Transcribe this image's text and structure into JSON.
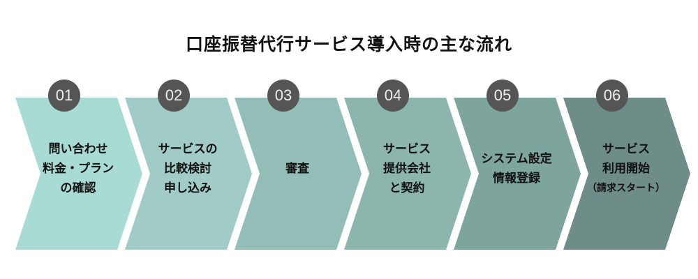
{
  "title": "口座振替代行サービス導入時の主な流れ",
  "colors": {
    "circle": "#555555",
    "steps": [
      "#a9dbd5",
      "#a0cbc6",
      "#93bdb7",
      "#8cb5ae",
      "#7ea49e",
      "#6e8c88"
    ]
  },
  "steps": [
    {
      "number": "01",
      "lines": [
        "問い合わせ",
        "料金・プラン",
        "の確認"
      ]
    },
    {
      "number": "02",
      "lines": [
        "サービスの",
        "比較検討",
        "申し込み"
      ]
    },
    {
      "number": "03",
      "lines": [
        "審査"
      ]
    },
    {
      "number": "04",
      "lines": [
        "サービス",
        "提供会社",
        "と契約"
      ]
    },
    {
      "number": "05",
      "lines": [
        "システム設定",
        "情報登録"
      ]
    },
    {
      "number": "06",
      "lines": [
        "サービス",
        "利用開始",
        "（請求スタート）"
      ]
    }
  ]
}
